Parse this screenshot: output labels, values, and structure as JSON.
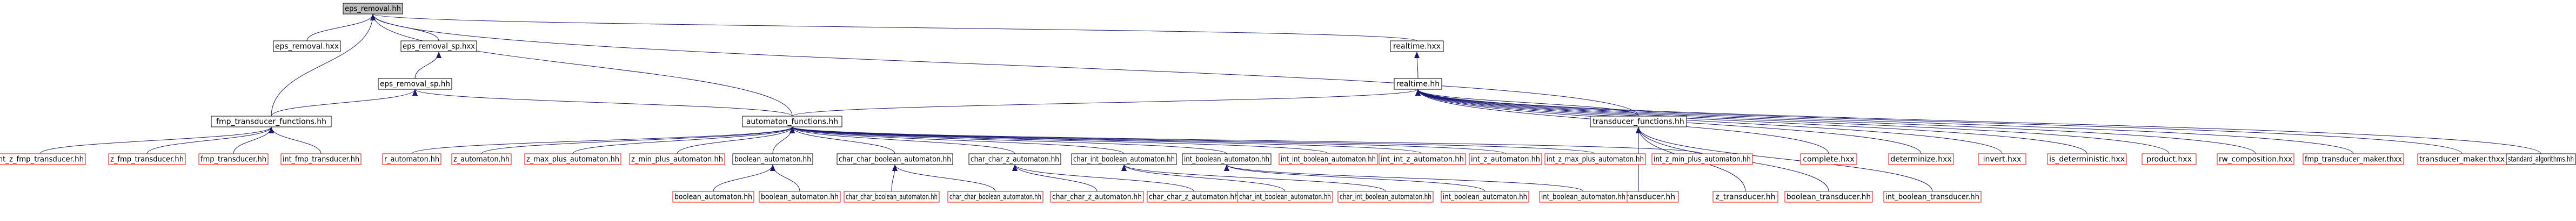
{
  "colors": {
    "background": "#ffffff",
    "node_fill": "#ffffff",
    "node_text": "#000000",
    "default_border": "#000000",
    "external_border": "#ff0000",
    "root_fill": "#bfbfbf",
    "root_border": "#000000",
    "edge": "#191970"
  },
  "diagram": {
    "root": "eps_removal.hh",
    "nodes": [
      {
        "id": "root",
        "label": "eps_removal.hh",
        "kind": "root"
      },
      {
        "id": "n_eps_removal_hxx",
        "label": "eps_removal.hxx",
        "kind": "documented"
      },
      {
        "id": "n_eps_removal_sp_hxx",
        "label": "eps_removal_sp.hxx",
        "kind": "documented"
      },
      {
        "id": "n_eps_removal_sp_hh",
        "label": "eps_removal_sp.hh",
        "kind": "documented"
      },
      {
        "id": "n_realtime_hxx",
        "label": "realtime.hxx",
        "kind": "documented"
      },
      {
        "id": "n_realtime_hh",
        "label": "realtime.hh",
        "kind": "documented"
      },
      {
        "id": "n_fmp_tf_hh",
        "label": "fmp_transducer_functions.hh",
        "kind": "documented"
      },
      {
        "id": "n_automaton_functions",
        "label": "automaton_functions.hh",
        "kind": "documented"
      },
      {
        "id": "n_transducer_functions",
        "label": "transducer_functions.hh",
        "kind": "documented"
      },
      {
        "id": "n_complete_hxx",
        "label": "complete.hxx",
        "kind": "external"
      },
      {
        "id": "n_determinize_hxx",
        "label": "determinize.hxx",
        "kind": "external"
      },
      {
        "id": "n_invert_hxx",
        "label": "invert.hxx",
        "kind": "external"
      },
      {
        "id": "n_is_deterministic_hxx",
        "label": "is_deterministic.hxx",
        "kind": "external"
      },
      {
        "id": "n_product_hxx",
        "label": "product.hxx",
        "kind": "external"
      },
      {
        "id": "n_rw_composition_hxx",
        "label": "rw_composition.hxx",
        "kind": "external"
      },
      {
        "id": "n_fmp_transducer_maker_thxx",
        "label": "fmp_transducer_maker.thxx",
        "kind": "external"
      },
      {
        "id": "n_transducer_maker_thxx",
        "label": "transducer_maker.thxx",
        "kind": "external"
      },
      {
        "id": "n_standard_algorithms_hh",
        "label": "standard_algorithms.hh",
        "kind": "documented"
      },
      {
        "id": "n_int_z_fmp_transducer_hh",
        "label": "int_z_fmp_transducer.hh",
        "kind": "external"
      },
      {
        "id": "n_z_fmp_transducer_hh",
        "label": "z_fmp_transducer.hh",
        "kind": "external"
      },
      {
        "id": "n_fmp_transducer_hh",
        "label": "fmp_transducer.hh",
        "kind": "external"
      },
      {
        "id": "n_int_fmp_transducer_hh",
        "label": "int_fmp_transducer.hh",
        "kind": "external"
      },
      {
        "id": "n_r_automaton_hh",
        "label": "r_automaton.hh",
        "kind": "external"
      },
      {
        "id": "n_z_automaton_hh",
        "label": "z_automaton.hh",
        "kind": "external"
      },
      {
        "id": "n_z_max_plus_automaton_hh",
        "label": "z_max_plus_automaton.hh",
        "kind": "external"
      },
      {
        "id": "n_z_min_plus_automaton_hh",
        "label": "z_min_plus_automaton.hh",
        "kind": "external"
      },
      {
        "id": "n_boolean_automaton_hh",
        "label": "boolean_automaton.hh",
        "kind": "documented"
      },
      {
        "id": "n_char_char_boolean_automaton_hh",
        "label": "char_char_boolean_automaton.hh",
        "kind": "documented"
      },
      {
        "id": "n_char_char_z_automaton_hh",
        "label": "char_char_z_automaton.hh",
        "kind": "documented"
      },
      {
        "id": "n_char_int_boolean_automaton_hh",
        "label": "char_int_boolean_automaton.hh",
        "kind": "documented"
      },
      {
        "id": "n_int_boolean_automaton_hh",
        "label": "int_boolean_automaton.hh",
        "kind": "documented"
      },
      {
        "id": "n_int_int_boolean_automaton_hh",
        "label": "int_int_boolean_automaton.hh",
        "kind": "external"
      },
      {
        "id": "n_int_int_z_automaton_hh",
        "label": "int_int_z_automaton.hh",
        "kind": "external"
      },
      {
        "id": "n_int_z_automaton_hh",
        "label": "int_z_automaton.hh",
        "kind": "external"
      },
      {
        "id": "n_int_z_max_plus_automaton_hh",
        "label": "int_z_max_plus_automaton.hh",
        "kind": "external"
      },
      {
        "id": "n_int_z_min_plus_automaton_hh",
        "label": "int_z_min_plus_automaton.hh",
        "kind": "external"
      },
      {
        "id": "n_int_z_transducer_hh",
        "label": "int_z_transducer.hh",
        "kind": "external"
      },
      {
        "id": "n_z_transducer_hh",
        "label": "z_transducer.hh",
        "kind": "external"
      },
      {
        "id": "n_boolean_transducer_hh",
        "label": "boolean_transducer.hh",
        "kind": "external"
      },
      {
        "id": "n_int_boolean_transducer_hh",
        "label": "int_boolean_transducer.hh",
        "kind": "external"
      },
      {
        "id": "n_b_boolean_automaton_hh_1",
        "label": "boolean_automaton.hh",
        "kind": "external"
      },
      {
        "id": "n_b_boolean_automaton_hh_2",
        "label": "boolean_automaton.hh",
        "kind": "external"
      },
      {
        "id": "n_b_char_char_boolean_automaton_hh_1",
        "label": "char_char_boolean_automaton.hh",
        "kind": "external"
      },
      {
        "id": "n_b_char_char_boolean_automaton_hh_2",
        "label": "char_char_boolean_automaton.hh",
        "kind": "external"
      },
      {
        "id": "n_b_char_char_z_automaton_hh_1",
        "label": "char_char_z_automaton.hh",
        "kind": "external"
      },
      {
        "id": "n_b_char_char_z_automaton_hh_2",
        "label": "char_char_z_automaton.hh",
        "kind": "external"
      },
      {
        "id": "n_b_char_int_boolean_automaton_hh_1",
        "label": "char_int_boolean_automaton.hh",
        "kind": "external"
      },
      {
        "id": "n_b_char_int_boolean_automaton_hh_2",
        "label": "char_int_boolean_automaton.hh",
        "kind": "external"
      },
      {
        "id": "n_b_int_boolean_automaton_hh_1",
        "label": "int_boolean_automaton.hh",
        "kind": "external"
      },
      {
        "id": "n_b_int_boolean_automaton_hh_2",
        "label": "int_boolean_automaton.hh",
        "kind": "external"
      }
    ],
    "edges": [
      {
        "from": "n_eps_removal_hxx",
        "to": "root"
      },
      {
        "from": "n_eps_removal_sp_hxx",
        "to": "root"
      },
      {
        "from": "n_fmp_tf_hh",
        "to": "root"
      },
      {
        "from": "n_automaton_functions",
        "to": "root"
      },
      {
        "from": "n_transducer_functions",
        "to": "root"
      },
      {
        "from": "n_realtime_hxx",
        "to": "root"
      },
      {
        "from": "n_eps_removal_sp_hh",
        "to": "n_eps_removal_sp_hxx"
      },
      {
        "from": "n_fmp_tf_hh",
        "to": "n_eps_removal_sp_hh"
      },
      {
        "from": "n_automaton_functions",
        "to": "n_eps_removal_sp_hh"
      },
      {
        "from": "n_realtime_hh",
        "to": "n_realtime_hxx"
      },
      {
        "from": "n_automaton_functions",
        "to": "n_realtime_hh"
      },
      {
        "from": "n_transducer_functions",
        "to": "n_realtime_hh"
      },
      {
        "from": "n_complete_hxx",
        "to": "n_realtime_hh"
      },
      {
        "from": "n_determinize_hxx",
        "to": "n_realtime_hh"
      },
      {
        "from": "n_invert_hxx",
        "to": "n_realtime_hh"
      },
      {
        "from": "n_is_deterministic_hxx",
        "to": "n_realtime_hh"
      },
      {
        "from": "n_product_hxx",
        "to": "n_realtime_hh"
      },
      {
        "from": "n_rw_composition_hxx",
        "to": "n_realtime_hh"
      },
      {
        "from": "n_fmp_transducer_maker_thxx",
        "to": "n_realtime_hh"
      },
      {
        "from": "n_transducer_maker_thxx",
        "to": "n_realtime_hh"
      },
      {
        "from": "n_standard_algorithms_hh",
        "to": "n_realtime_hh"
      },
      {
        "from": "n_int_z_fmp_transducer_hh",
        "to": "n_fmp_tf_hh"
      },
      {
        "from": "n_z_fmp_transducer_hh",
        "to": "n_fmp_tf_hh"
      },
      {
        "from": "n_fmp_transducer_hh",
        "to": "n_fmp_tf_hh"
      },
      {
        "from": "n_int_fmp_transducer_hh",
        "to": "n_fmp_tf_hh"
      },
      {
        "from": "n_r_automaton_hh",
        "to": "n_automaton_functions"
      },
      {
        "from": "n_z_automaton_hh",
        "to": "n_automaton_functions"
      },
      {
        "from": "n_z_max_plus_automaton_hh",
        "to": "n_automaton_functions"
      },
      {
        "from": "n_z_min_plus_automaton_hh",
        "to": "n_automaton_functions"
      },
      {
        "from": "n_boolean_automaton_hh",
        "to": "n_automaton_functions"
      },
      {
        "from": "n_char_char_boolean_automaton_hh",
        "to": "n_automaton_functions"
      },
      {
        "from": "n_char_char_z_automaton_hh",
        "to": "n_automaton_functions"
      },
      {
        "from": "n_char_int_boolean_automaton_hh",
        "to": "n_automaton_functions"
      },
      {
        "from": "n_int_boolean_automaton_hh",
        "to": "n_automaton_functions"
      },
      {
        "from": "n_int_int_boolean_automaton_hh",
        "to": "n_automaton_functions"
      },
      {
        "from": "n_int_int_z_automaton_hh",
        "to": "n_automaton_functions"
      },
      {
        "from": "n_int_z_automaton_hh",
        "to": "n_automaton_functions"
      },
      {
        "from": "n_int_z_max_plus_automaton_hh",
        "to": "n_automaton_functions"
      },
      {
        "from": "n_int_z_min_plus_automaton_hh",
        "to": "n_automaton_functions"
      },
      {
        "from": "n_int_z_transducer_hh",
        "to": "n_transducer_functions"
      },
      {
        "from": "n_z_transducer_hh",
        "to": "n_transducer_functions"
      },
      {
        "from": "n_boolean_transducer_hh",
        "to": "n_transducer_functions"
      },
      {
        "from": "n_int_boolean_transducer_hh",
        "to": "n_transducer_functions"
      },
      {
        "from": "n_b_boolean_automaton_hh_1",
        "to": "n_boolean_automaton_hh"
      },
      {
        "from": "n_b_boolean_automaton_hh_2",
        "to": "n_boolean_automaton_hh"
      },
      {
        "from": "n_b_char_char_boolean_automaton_hh_1",
        "to": "n_char_char_boolean_automaton_hh"
      },
      {
        "from": "n_b_char_char_boolean_automaton_hh_2",
        "to": "n_char_char_boolean_automaton_hh"
      },
      {
        "from": "n_b_char_char_z_automaton_hh_1",
        "to": "n_char_char_z_automaton_hh"
      },
      {
        "from": "n_b_char_char_z_automaton_hh_2",
        "to": "n_char_char_z_automaton_hh"
      },
      {
        "from": "n_b_char_int_boolean_automaton_hh_1",
        "to": "n_char_int_boolean_automaton_hh"
      },
      {
        "from": "n_b_char_int_boolean_automaton_hh_2",
        "to": "n_char_int_boolean_automaton_hh"
      },
      {
        "from": "n_b_int_boolean_automaton_hh_1",
        "to": "n_int_boolean_automaton_hh"
      },
      {
        "from": "n_b_int_boolean_automaton_hh_2",
        "to": "n_int_boolean_automaton_hh"
      }
    ]
  }
}
